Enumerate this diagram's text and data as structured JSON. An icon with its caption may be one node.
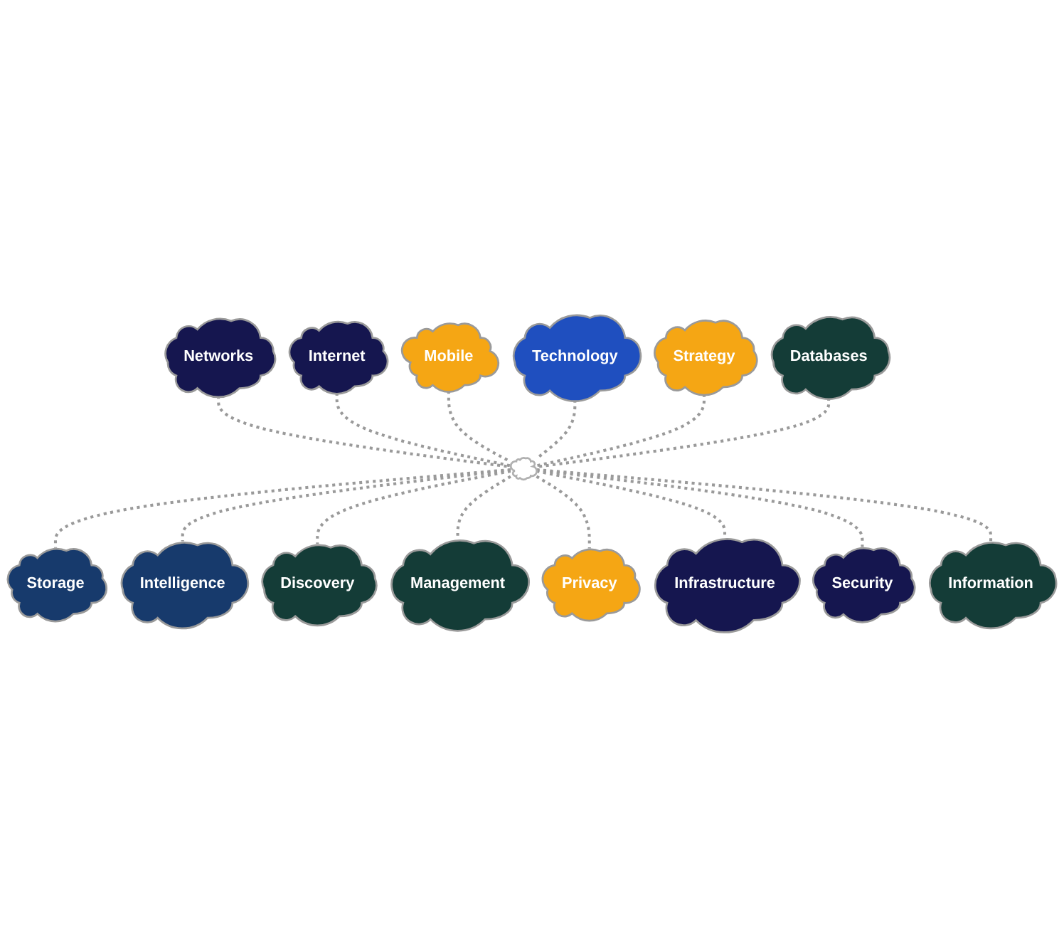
{
  "diagram": {
    "nodes": [
      {
        "text": [
          "Networks"
        ]
      },
      {
        "text": [
          "Internet"
        ]
      },
      {
        "text": [
          "Mobile"
        ]
      },
      {
        "text": [
          "Technology"
        ]
      },
      {
        "text": [
          "Strategy"
        ]
      },
      {
        "text": [
          "Databases"
        ]
      },
      {
        "text": [],
        "shape": "cloud"
      },
      {
        "text": [
          "Storage"
        ]
      },
      {
        "text": [
          "Intelligence"
        ]
      },
      {
        "text": [
          "Discovery"
        ]
      },
      {
        "text": [
          "Management"
        ]
      },
      {
        "text": [
          "Privacy"
        ]
      },
      {
        "text": [
          "Infrastructure"
        ]
      },
      {
        "text": [
          "Security"
        ]
      },
      {
        "text": [
          "Information"
        ]
      }
    ],
    "edges": [
      {
        "from": 0,
        "to": 6,
        "arrow": "none",
        "style": "dashed"
      },
      {
        "from": 1,
        "to": 6,
        "arrow": "none",
        "style": "dashed"
      },
      {
        "from": 2,
        "to": 6,
        "arrow": "none",
        "style": "dashed"
      },
      {
        "from": 3,
        "to": 6,
        "arrow": "none",
        "style": "dashed"
      },
      {
        "from": 4,
        "to": 6,
        "arrow": "none",
        "style": "dashed"
      },
      {
        "from": 5,
        "to": 6,
        "arrow": "none",
        "style": "dashed"
      },
      {
        "from": 6,
        "to": 7,
        "arrow": "none",
        "style": "dashed"
      },
      {
        "from": 6,
        "to": 8,
        "arrow": "none",
        "style": "dashed"
      },
      {
        "from": 6,
        "to": 9,
        "arrow": "none",
        "style": "dashed"
      },
      {
        "from": 6,
        "to": 10,
        "arrow": "none",
        "style": "dashed"
      },
      {
        "from": 6,
        "to": 11,
        "arrow": "none",
        "style": "dashed"
      },
      {
        "from": 6,
        "to": 12,
        "arrow": "none",
        "style": "dashed"
      },
      {
        "from": 6,
        "to": 13,
        "arrow": "none",
        "style": "dashed"
      },
      {
        "from": 6,
        "to": 14,
        "arrow": "none",
        "style": "dashed"
      }
    ]
  }
}
